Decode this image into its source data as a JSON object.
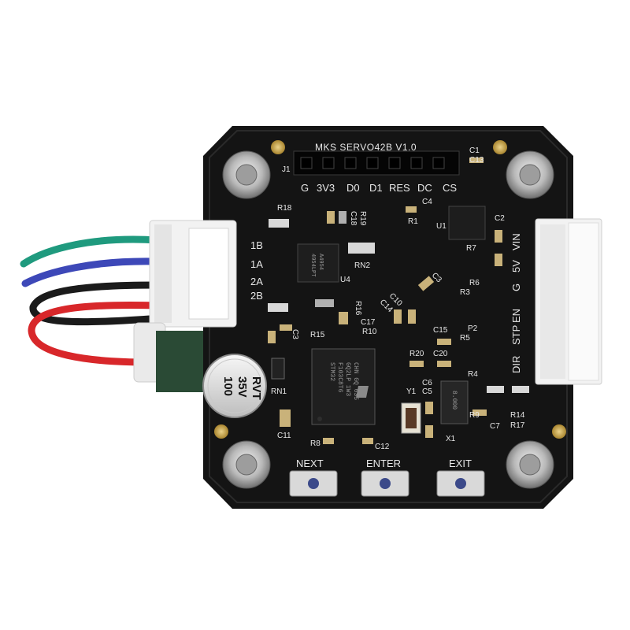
{
  "board": {
    "title": "MKS SERVO42B V1.0",
    "header_pins": [
      "G",
      "3V3",
      "D0",
      "D1",
      "RES",
      "DC",
      "CS"
    ],
    "header_ref": "J1",
    "motor_pins": [
      "1B",
      "1A",
      "2A",
      "2B"
    ],
    "control_pins": [
      "DIR",
      "STP",
      "EN",
      "G",
      "5V",
      "VIN"
    ],
    "buttons": [
      "NEXT",
      "ENTER",
      "EXIT"
    ],
    "capacitor": [
      "100",
      "35V",
      "RVT"
    ],
    "designators": {
      "C1": "C1",
      "C13": "C13",
      "C4": "C4",
      "R1": "R1",
      "U1": "U1",
      "C2": "C2",
      "R18": "R18",
      "C18": "C18",
      "R19": "R19",
      "RN2": "RN2",
      "U4": "U4",
      "R7": "R7",
      "C3_top": "C3",
      "R6": "R6",
      "R3": "R3",
      "C10": "C10",
      "C14": "C14",
      "R16": "R16",
      "C17": "C17",
      "R10": "R10",
      "C3": "C3",
      "R15": "R15",
      "C15": "C15",
      "P2": "P2",
      "R5": "R5",
      "R20": "R20",
      "C20": "C20",
      "R4": "R4",
      "RN1": "RN1",
      "Y1": "Y1",
      "C6": "C6",
      "C5": "C5",
      "X1": "X1",
      "R9": "R9",
      "C7": "C7",
      "R14": "R14",
      "R17": "R17",
      "C11": "C11",
      "R8": "R8",
      "C12": "C12"
    },
    "mcu_marking": [
      "STM32",
      "F103C8T6",
      "GQ2LP 1W3",
      "CHN GQ 635"
    ],
    "driver_marking": [
      "4954LPT",
      "A4954"
    ],
    "crystal_marking": "8.000"
  },
  "colors": {
    "pcb": "#141414",
    "silkscreen": "#e8e8e8",
    "connector": "#f2f2f2",
    "wire_green": "#1f9a7e",
    "wire_blue": "#3d48b8",
    "wire_black": "#1b1b1b",
    "wire_red": "#d8272a",
    "brass": "#c9a545"
  },
  "icons": [
    "screw-icon",
    "st-logo-icon"
  ]
}
